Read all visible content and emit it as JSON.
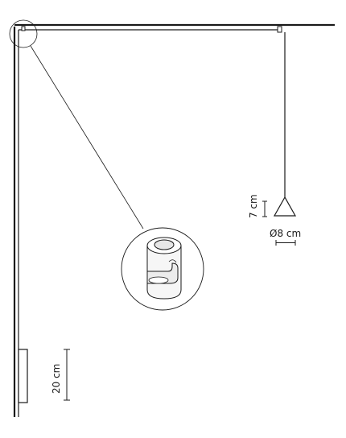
{
  "dimensions": {
    "height_label": "7 cm",
    "diameter_label": "Ø8 cm",
    "base_label": "20 cm"
  },
  "colors": {
    "line": "#1a1a1a",
    "fixture_fill": "#f3f3f3",
    "background": "#ffffff"
  },
  "icons": {
    "lamp_shade": "cone-shade-icon",
    "detail_view": "pivot-joint-detail-icon"
  }
}
